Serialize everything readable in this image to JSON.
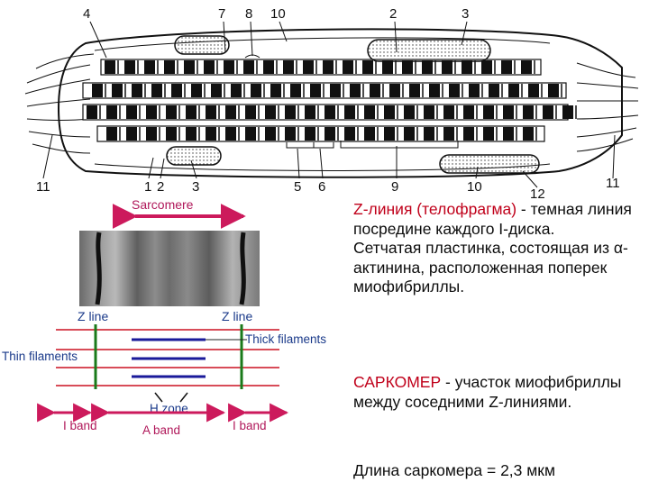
{
  "top_diagram": {
    "numbers_top": [
      "4",
      "7",
      "8",
      "10",
      "2",
      "3"
    ],
    "numbers_bottom": [
      "11",
      "1",
      "2",
      "3",
      "5",
      "6",
      "9",
      "10",
      "12",
      "11"
    ]
  },
  "sarcomere_diagram": {
    "sarcomere_label": "Sarcomere",
    "z_line_left": "Z line",
    "z_line_right": "Z line",
    "thick_filaments": "Thick filaments",
    "thin_filaments": "Thin filaments",
    "h_zone": "H zone",
    "i_band_left": "I band",
    "a_band": "A band",
    "i_band_right": "I band",
    "colors": {
      "red": "#cc1020",
      "blue": "#1a1a9a",
      "green": "#1a7a1a"
    }
  },
  "text": {
    "z_term": "Z-линия (телофрагма)",
    "z_def": " - темная линия посредине каждого I-диска.",
    "plate": "Сетчатая пластинка, состоящая из α-актинина, расположенная поперек миофибриллы.",
    "sarc_term": "САРКОМЕР",
    "sarc_def": " - участок миофибриллы между соседними Z-линиями.",
    "length": "Длина саркомера = 2,3 мкм"
  }
}
